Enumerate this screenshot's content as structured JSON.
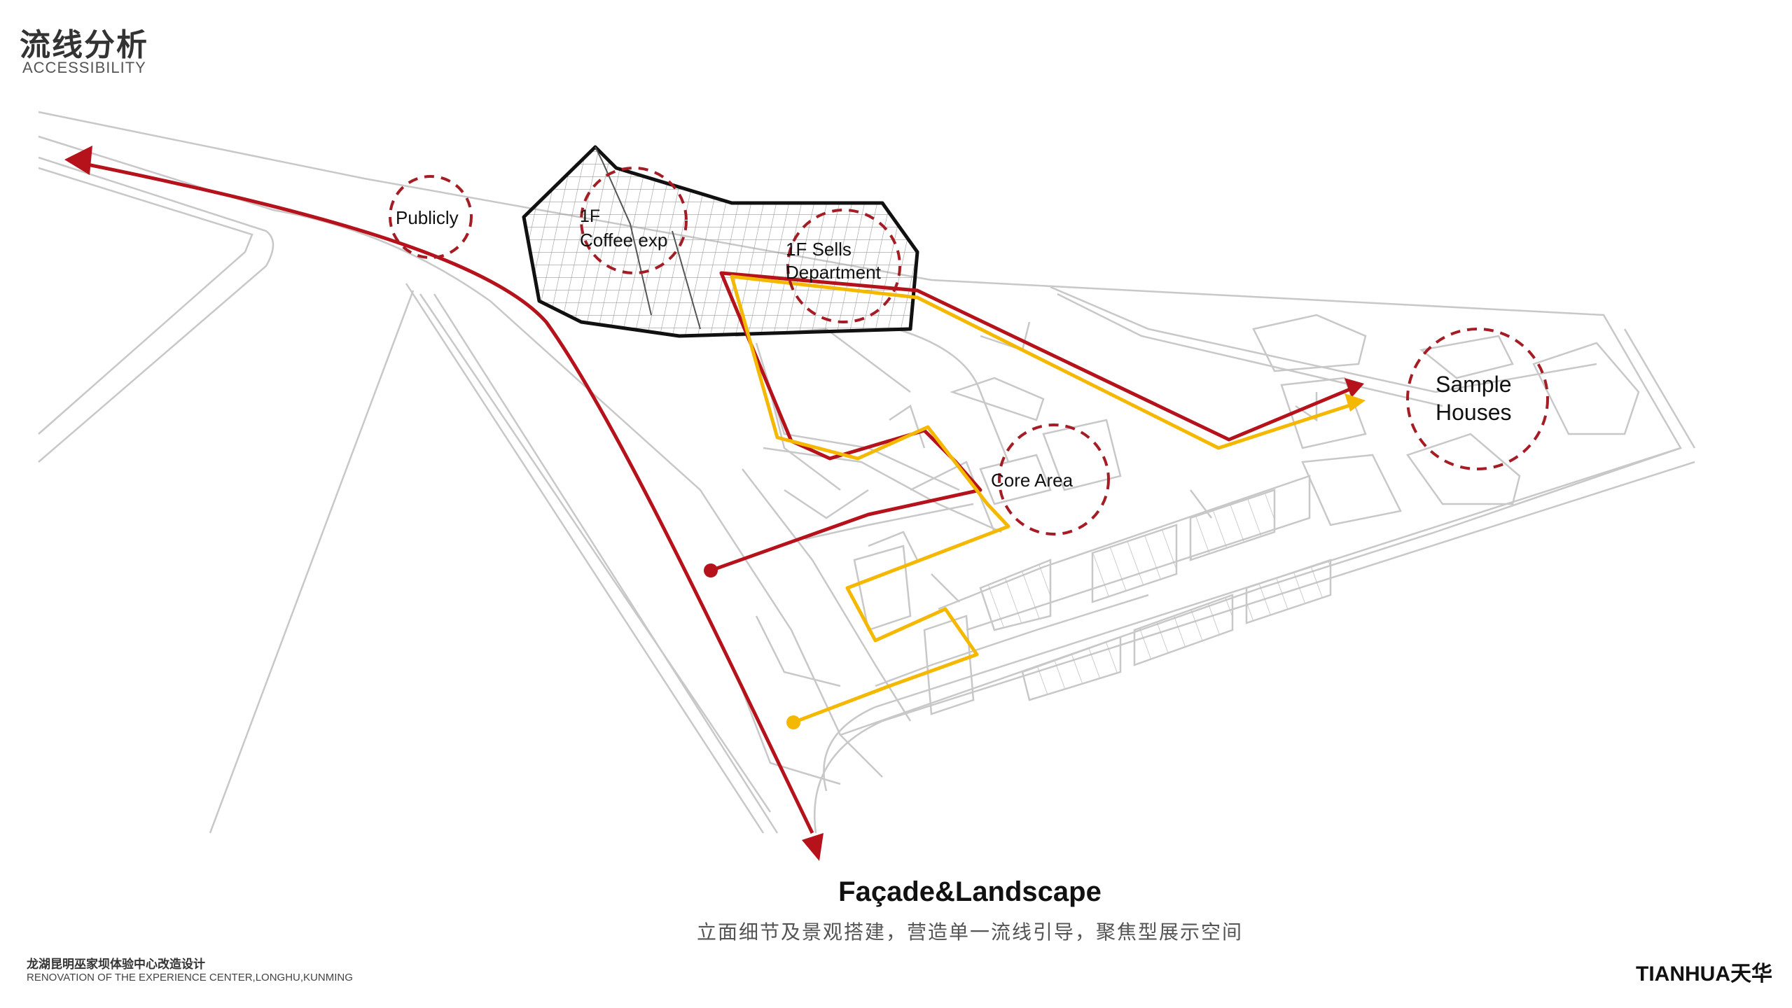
{
  "header": {
    "title": "流线分析",
    "subtitle": "ACCESSIBILITY"
  },
  "labels": {
    "publicly": "Publicly",
    "coffee_line1": "1F",
    "coffee_line2": "Coffee exp",
    "sells_line1": "1F Sells",
    "sells_line2": "Department",
    "core": "Core Area",
    "sample_line1": "Sample",
    "sample_line2": "Houses"
  },
  "caption": {
    "title": "Façade&Landscape",
    "subtitle": "立面细节及景观搭建，营造单一流线引导，聚焦型展示空间"
  },
  "footer": {
    "project_cn": "龙湖昆明巫家坝体验中心改造设计",
    "project_en": "RENOVATION OF THE EXPERIENCE CENTER,LONGHU,KUNMING",
    "brand": "TIANHUA天华"
  },
  "colors": {
    "red_route": "#b5121b",
    "yellow_route": "#f5b800",
    "zone_circle": "#a51d24",
    "linework": "#c8c8c8",
    "building_outline": "#111111"
  }
}
